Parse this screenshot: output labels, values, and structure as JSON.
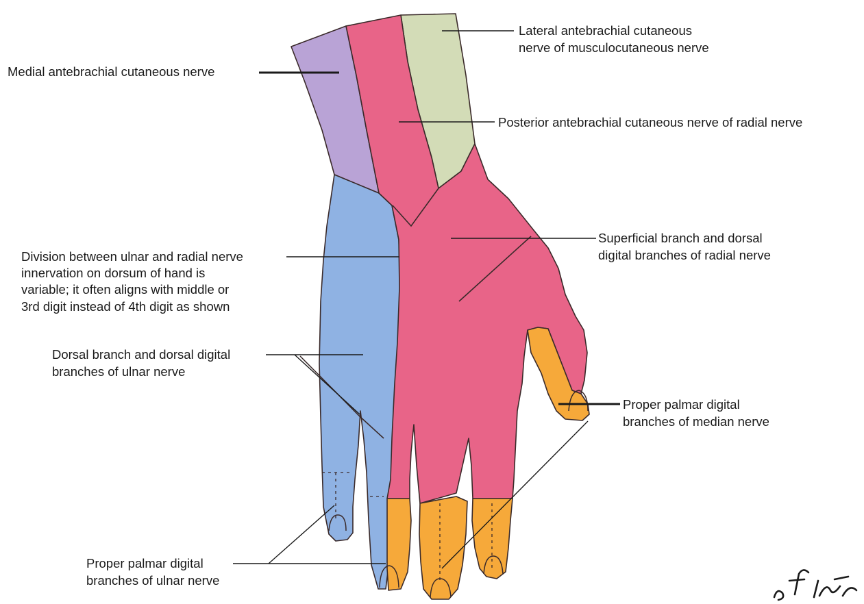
{
  "colors": {
    "medial_antebrachial": "#b9a3d6",
    "lateral_antebrachial": "#d3dcb7",
    "radial": "#e86488",
    "ulnar": "#8fb2e3",
    "median": "#f6a93a",
    "outline": "#3a2a2a",
    "text": "#1a1a1a"
  },
  "labels": {
    "lateral": [
      "Lateral antebrachial cutaneous",
      "nerve of musculocutaneous nerve"
    ],
    "medial": [
      "Medial antebrachial cutaneous nerve"
    ],
    "posterior": [
      "Posterior antebrachial cutaneous nerve of radial nerve"
    ],
    "superficial": [
      "Superficial branch and dorsal",
      "digital branches of radial nerve"
    ],
    "division": [
      "Division between ulnar and radial nerve",
      "innervation on dorsum of hand is",
      "variable; it often aligns with middle or",
      "3rd digit instead of 4th digit as shown"
    ],
    "dorsal_ulnar": [
      "Dorsal branch and dorsal digital",
      "branches of ulnar nerve"
    ],
    "median_palmar": [
      "Proper palmar digital",
      "branches of median nerve"
    ],
    "ulnar_palmar": [
      "Proper palmar digital",
      "branches of ulnar nerve"
    ]
  },
  "signature": {
    "icon": "artist-signature-icon"
  }
}
